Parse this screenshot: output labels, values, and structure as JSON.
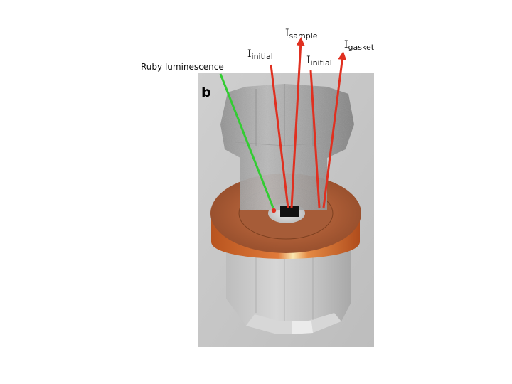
{
  "figure": {
    "panel_letter": "b",
    "labels": {
      "ruby": "Ruby luminescence",
      "initial_left": {
        "main": "I",
        "sub": "initial"
      },
      "sample": {
        "main": "I",
        "sub": "sample"
      },
      "initial_right": {
        "main": "I",
        "sub": "initial"
      },
      "gasket": {
        "main": "I",
        "sub": "gasket"
      }
    },
    "colors": {
      "background_panel": "#c8c8c8",
      "diamond": "#a9a9a9",
      "gasket_copper": "#c8632e",
      "laser_red": "#e03020",
      "luminescence_green": "#33cc33",
      "sample": "#111111"
    }
  }
}
